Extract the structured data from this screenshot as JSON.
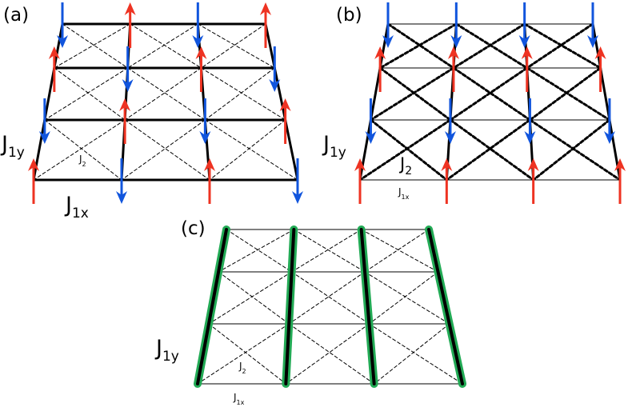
{
  "panels": [
    {
      "id": "a",
      "label": "(a)",
      "j1y": {
        "main": "J",
        "sub": "1y"
      },
      "j2": {
        "main": "J",
        "sub": "2"
      },
      "j1x": {
        "main": "J",
        "sub": "1x"
      }
    },
    {
      "id": "b",
      "label": "(b)",
      "j1y": {
        "main": "J",
        "sub": "1y"
      },
      "j2": {
        "main": "J",
        "sub": "2"
      },
      "j1x": {
        "main": "J",
        "sub": "1x"
      }
    },
    {
      "id": "c",
      "label": "(c)",
      "j1y": {
        "main": "J",
        "sub": "1y"
      },
      "j2": {
        "main": "J",
        "sub": "2"
      },
      "j1x": {
        "main": "J",
        "sub": "1x"
      }
    }
  ],
  "colors": {
    "spin_up": "#ee3322",
    "spin_down": "#1155dd",
    "bond": "#000000",
    "chain_highlight": "#22aa55"
  }
}
